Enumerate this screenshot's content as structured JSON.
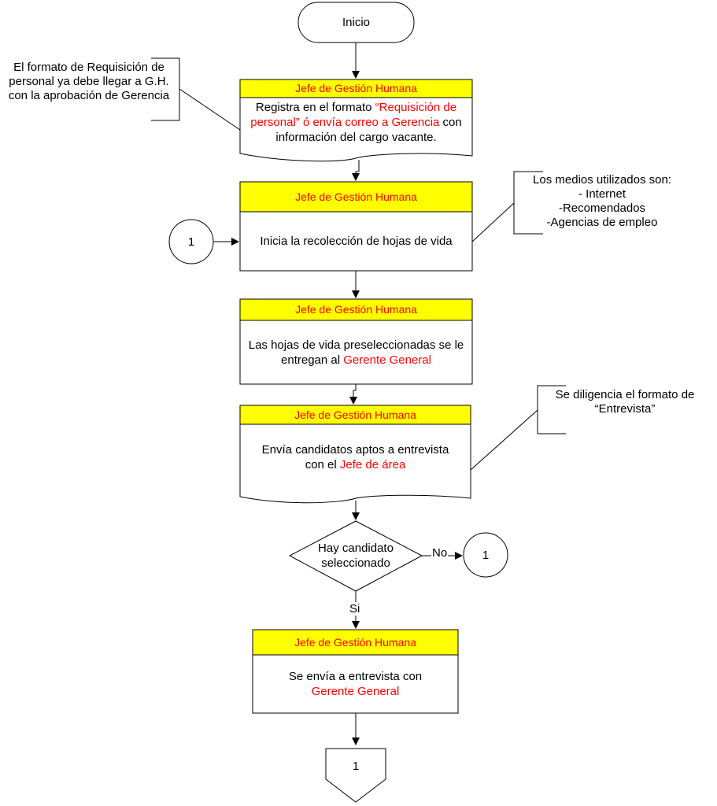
{
  "start": {
    "label": "Inicio"
  },
  "steps": [
    {
      "header": "Jefe de Gestión Humana",
      "body": [
        "Registra en el formato ",
        "“Requisición de personal” ó envía correo a Gerencia",
        " con información del cargo vacante."
      ]
    },
    {
      "header": "Jefe de Gestión Humana",
      "body": [
        "Inicia la recolección de hojas de vida"
      ]
    },
    {
      "header": "Jefe de Gestión Humana",
      "body": [
        "Las hojas de vida preseleccionadas se le entregan al ",
        "Gerente General"
      ]
    },
    {
      "header": "Jefe de Gestión Humana",
      "body": [
        "Envía candidatos aptos a entrevista con el ",
        "Jefe de área"
      ]
    },
    {
      "header": "Jefe de Gestión Humana",
      "body": [
        "Se envía a entrevista con ",
        "Gerente General"
      ]
    }
  ],
  "decision": {
    "label": "Hay candidato seleccionado",
    "no_label": "No",
    "yes_label": "Si"
  },
  "connectors": {
    "left_in": "1",
    "no_out": "1",
    "offpage": "1"
  },
  "notes": {
    "requisicion": "El formato de Requisición de personal ya debe llegar a G.H. con la aprobación de Gerencia",
    "medios_title": "Los medios utilizados son:",
    "medios_items": [
      "- Internet",
      "-Recomendados",
      "-Agencias de empleo"
    ],
    "entrevista": [
      "Se diligencia el formato de",
      "“Entrevista”"
    ]
  },
  "colors": {
    "header_fill": "#ffff00",
    "highlight_text": "#ff0000",
    "line": "#000000"
  }
}
